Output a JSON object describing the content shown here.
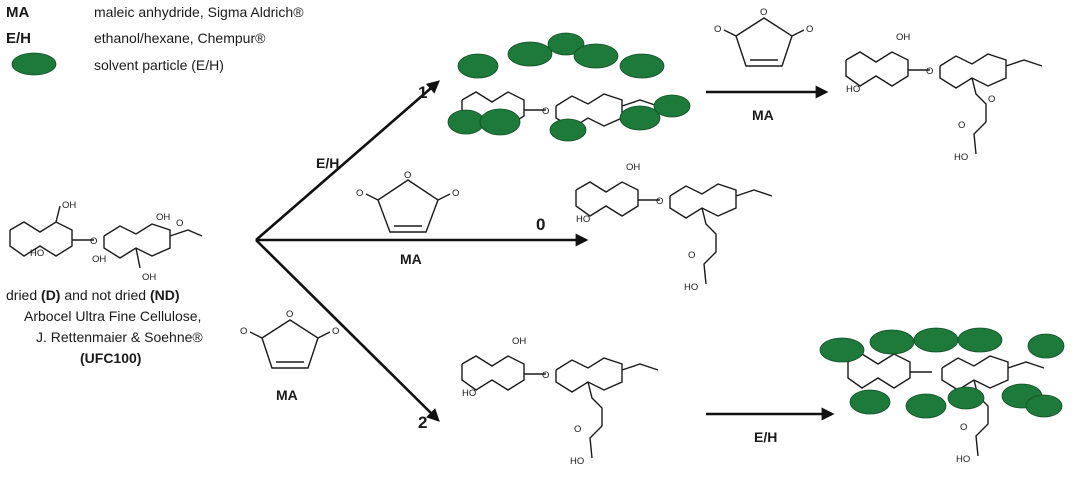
{
  "legend": [
    {
      "key": "MA",
      "desc": "maleic anhydride, Sigma Aldrich®"
    },
    {
      "key": "E/H",
      "desc": "ethanol/hexane, Chempur®"
    },
    {
      "key": "",
      "desc": "solvent particle (E/H)",
      "symbol": "solvent-particle",
      "color": "#1e7a3a"
    }
  ],
  "start": {
    "caption_line1_parts": [
      "dried ",
      "(D)",
      " and not dried ",
      "(ND)"
    ],
    "caption_line2": "Arbocel Ultra Fine Cellulose,",
    "caption_line3": "J. Rettenmaier & Soehne®",
    "caption_line4": "(UFC100)"
  },
  "routes": {
    "r1": {
      "number": "1",
      "arrow_label": "E/H",
      "second_arrow_label": "MA"
    },
    "r0": {
      "number": "0",
      "arrow_label": "MA"
    },
    "r2": {
      "number": "2",
      "reagent_label": "MA",
      "second_arrow_label": "E/H"
    }
  },
  "atoms": {
    "oh": "OH",
    "ho": "HO",
    "o": "O"
  },
  "colors": {
    "particle": "#1e7a3a",
    "ink": "#1a1a1a"
  }
}
